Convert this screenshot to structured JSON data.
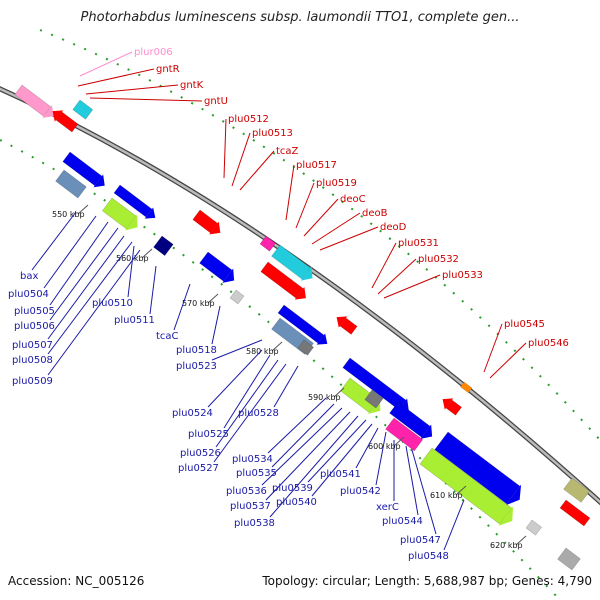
{
  "title": "Photorhabdus luminescens subsp. laumondii TTO1, complete gen...",
  "footer": {
    "accession": "Accession: NC_005126",
    "summary": "Topology: circular; Length: 5,688,987 bp; Genes: 4,790"
  },
  "colors": {
    "backbone": "#888888",
    "top_strand_label": "#cc0000",
    "bottom_strand_label": "#1a1aa6",
    "pink_label": "#ff8ccf",
    "gene_blue": "#0000ee",
    "gene_red": "#ff0000",
    "gene_cyan": "#22ccdd",
    "gene_green": "#aaee33",
    "gene_magenta": "#ff22aa",
    "gene_pink": "#ff99cc",
    "gene_orange": "#ff8800",
    "gene_gray": "#777777",
    "gene_navy": "#000080",
    "tick_green": "#2a9d2a"
  },
  "kbp_ticks": [
    "550 kbp",
    "560 kbp",
    "570 kbp",
    "580 kbp",
    "590 kbp",
    "600 kbp",
    "610 kbp",
    "620 kbp"
  ],
  "top_labels": [
    "plur006",
    "gntR",
    "gntK",
    "gntU",
    "plu0512",
    "plu0513",
    "tcaZ",
    "plu0517",
    "plu0519",
    "deoC",
    "deoB",
    "deoD",
    "plu0531",
    "plu0532",
    "plu0533",
    "plu0545",
    "plu0546"
  ],
  "bottom_labels": [
    "bax",
    "plu0504",
    "plu0505",
    "plu0506",
    "plu0507",
    "plu0508",
    "plu0509",
    "plu0510",
    "plu0511",
    "tcaC",
    "plu0518",
    "plu0523",
    "plu0524",
    "plu0525",
    "plu0526",
    "plu0527",
    "plu0528",
    "plu0534",
    "plu0535",
    "plu0536",
    "plu0537",
    "plu0538",
    "plu0539",
    "plu0540",
    "plu0541",
    "plu0542",
    "xerC",
    "plu0544",
    "plu0547",
    "plu0548"
  ]
}
